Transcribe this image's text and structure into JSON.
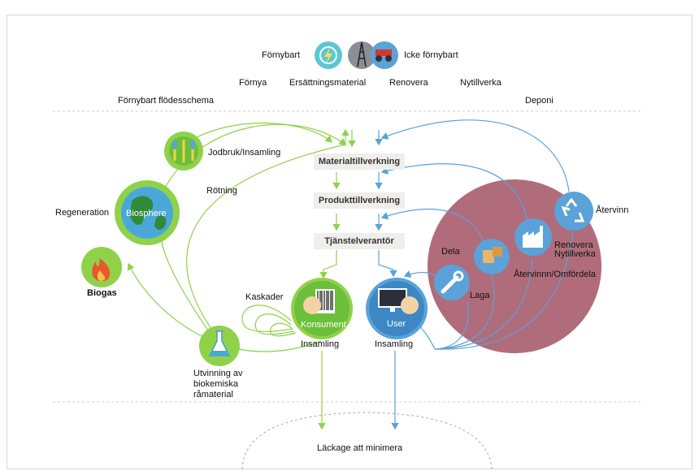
{
  "colors": {
    "green": "#8fd24a",
    "green_dark": "#6cbf3a",
    "blue": "#5aa2d8",
    "blue_dark": "#3d87c4",
    "maroon": "#b06c7a",
    "box": "#efeeea"
  },
  "legend": {
    "renewable": "Förnybart",
    "non_renewable": "Icke förnybart"
  },
  "top_columns": {
    "c1": "Förnya",
    "c2": "Ersättningsmaterial",
    "c3": "Renovera",
    "c4": "Nytillverka"
  },
  "left_header": "Förnybart flödesschema",
  "right_header": "Deponi",
  "process": {
    "p1": "Materialtillverkning",
    "p2": "Produkttillverkning",
    "p3": "Tjänstelverantör"
  },
  "left": {
    "agri": "Jodbruk/Insamling",
    "rot": "Rötning",
    "regen": "Regeneration",
    "biosphere": "Biosphere",
    "biogas": "Biogas",
    "cascades": "Kaskader",
    "extraction": "Utvinning av biokemiska råmaterial"
  },
  "center": {
    "consumer": "Konsument",
    "user": "User",
    "collect_left": "Insamling",
    "collect_right": "Insamling"
  },
  "right": {
    "share": "Dela",
    "repair": "Laga",
    "recycle_redistribute": "Återvinnn/Omfördela",
    "renovate_remanufacture": "Renovera Nytillverka",
    "recycle": "Återvinn"
  },
  "bottom": "Läckage att minimera",
  "icons": {
    "bolt": "lightning-bolt-icon",
    "derrick": "oil-derrick-icon",
    "truck": "mining-truck-icon",
    "plants": "plants-icon",
    "globe": "globe-icon",
    "flame": "flame-icon",
    "flask": "flask-icon",
    "barcode": "barcode-icon",
    "monitor": "monitor-icon",
    "wrench": "wrench-icon",
    "boxes": "boxes-icon",
    "factory": "factory-icon",
    "recycle": "recycle-icon"
  }
}
